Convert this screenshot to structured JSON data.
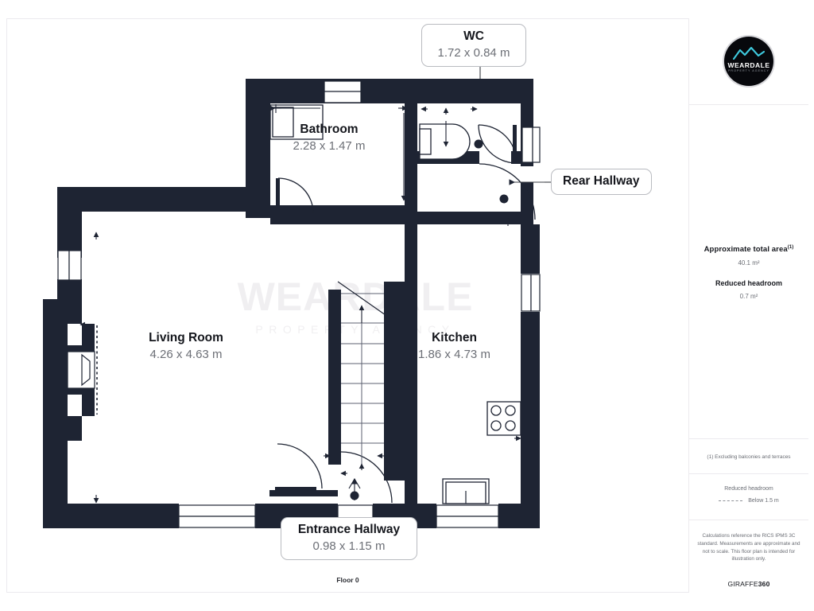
{
  "document": {
    "floor_caption": "Floor 0"
  },
  "brand": {
    "logo_name": "WEARDALE",
    "logo_sub": "PROPERTY AGENCY",
    "logo_icon": "mountain-peaks-icon",
    "accent_color": "#3ec9dd",
    "wall_color": "#1e2433",
    "watermark_name": "WEARDALE",
    "watermark_sub": "PROPERTY AGENCY"
  },
  "info_panel": {
    "total_area_label": "Approximate total area",
    "total_area_footnote": "(1)",
    "total_area_value": "40.1 m²",
    "reduced_headroom_label": "Reduced headroom",
    "reduced_headroom_value": "0.7 m²",
    "footnote_text": "(1) Excluding balconies and terraces",
    "legend_title": "Reduced headroom",
    "legend_item": "Below 1.5 m",
    "disclaimer": "Calculations reference the RICS IPMS 3C standard. Measurements are approximate and not to scale. This floor plan is intended for illustration only.",
    "provider_prefix": "GIRAFFE",
    "provider_suffix": "360"
  },
  "rooms": [
    {
      "name": "WC",
      "dims": "1.72 x 0.84 m"
    },
    {
      "name": "Bathroom",
      "dims": "2.28 x 1.47 m"
    },
    {
      "name": "Rear Hallway",
      "dims": ""
    },
    {
      "name": "Living Room",
      "dims": "4.26 x 4.63 m"
    },
    {
      "name": "Kitchen",
      "dims": "1.86 x 4.73 m"
    },
    {
      "name": "Entrance Hallway",
      "dims": "0.98 x 1.15 m"
    }
  ]
}
